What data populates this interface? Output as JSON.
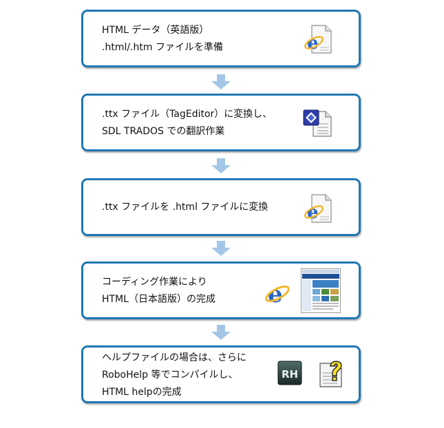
{
  "steps": [
    {
      "lines": [
        "HTML データ（英語版）",
        ".html/.htm ファイルを準備"
      ],
      "icons": [
        "ie-document-icon"
      ]
    },
    {
      "lines": [
        ".ttx ファイル（TagEditor）に変換し、",
        "SDL TRADOS での翻訳作業"
      ],
      "icons": [
        "tageditor-ttx-file-icon"
      ]
    },
    {
      "lines": [
        ".ttx ファイルを .html ファイルに変換"
      ],
      "icons": [
        "ie-document-icon"
      ]
    },
    {
      "lines": [
        "コーディング作業により",
        "HTML（日本語版）の完成"
      ],
      "icons": [
        "internet-explorer-icon",
        "webpage-thumbnail-icon"
      ]
    },
    {
      "lines": [
        "ヘルプファイルの場合は、さらに",
        "RoboHelp 等でコンパイルし、",
        "HTML helpの完成"
      ],
      "icons": [
        "robohelp-rh-icon",
        "help-file-icon"
      ],
      "rh_label": "RH"
    }
  ],
  "colors": {
    "box_border": "#1f78b4",
    "arrow": "#a3c6e6",
    "ie_blue": "#2a66c8",
    "ie_ring": "#f2b72b"
  }
}
